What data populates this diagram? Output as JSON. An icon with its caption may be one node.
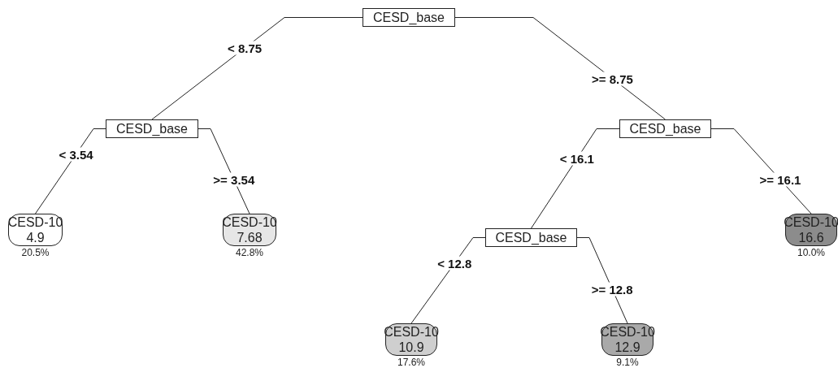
{
  "diagram": {
    "nodes": [
      {
        "text": [
          "CESD_base"
        ]
      },
      {
        "text": [
          "CESD_base"
        ]
      },
      {
        "text": [
          "CESD_base"
        ]
      },
      {
        "text": [
          "CESD-10",
          "4.9"
        ],
        "beside": [
          "20.5%"
        ]
      },
      {
        "text": [
          "CESD-10",
          "7.68"
        ],
        "beside": [
          "42.8%"
        ]
      },
      {
        "text": [
          "CESD_base"
        ]
      },
      {
        "text": [
          "CESD-10",
          "10.9"
        ],
        "beside": [
          "17.6%"
        ]
      },
      {
        "text": [
          "CESD-10",
          "12.9"
        ],
        "beside": [
          "9.1%"
        ]
      },
      {
        "text": [
          "CESD-10",
          "16.6"
        ],
        "beside": [
          "10.0%"
        ]
      }
    ],
    "edges": [
      {
        "from": 0,
        "to": 1,
        "arrow": "none",
        "label": "< 8.75"
      },
      {
        "from": 0,
        "to": 2,
        "arrow": "none",
        "label": ">= 8.75"
      },
      {
        "from": 1,
        "to": 3,
        "arrow": "none",
        "label": "< 3.54"
      },
      {
        "from": 1,
        "to": 4,
        "arrow": "none",
        "label": ">= 3.54"
      },
      {
        "from": 2,
        "to": 5,
        "arrow": "none",
        "label": "< 16.1"
      },
      {
        "from": 2,
        "to": 8,
        "arrow": "none",
        "label": ">= 16.1"
      },
      {
        "from": 5,
        "to": 6,
        "arrow": "none",
        "label": "< 12.8"
      },
      {
        "from": 5,
        "to": 7,
        "arrow": "none",
        "label": ">= 12.8"
      }
    ]
  }
}
